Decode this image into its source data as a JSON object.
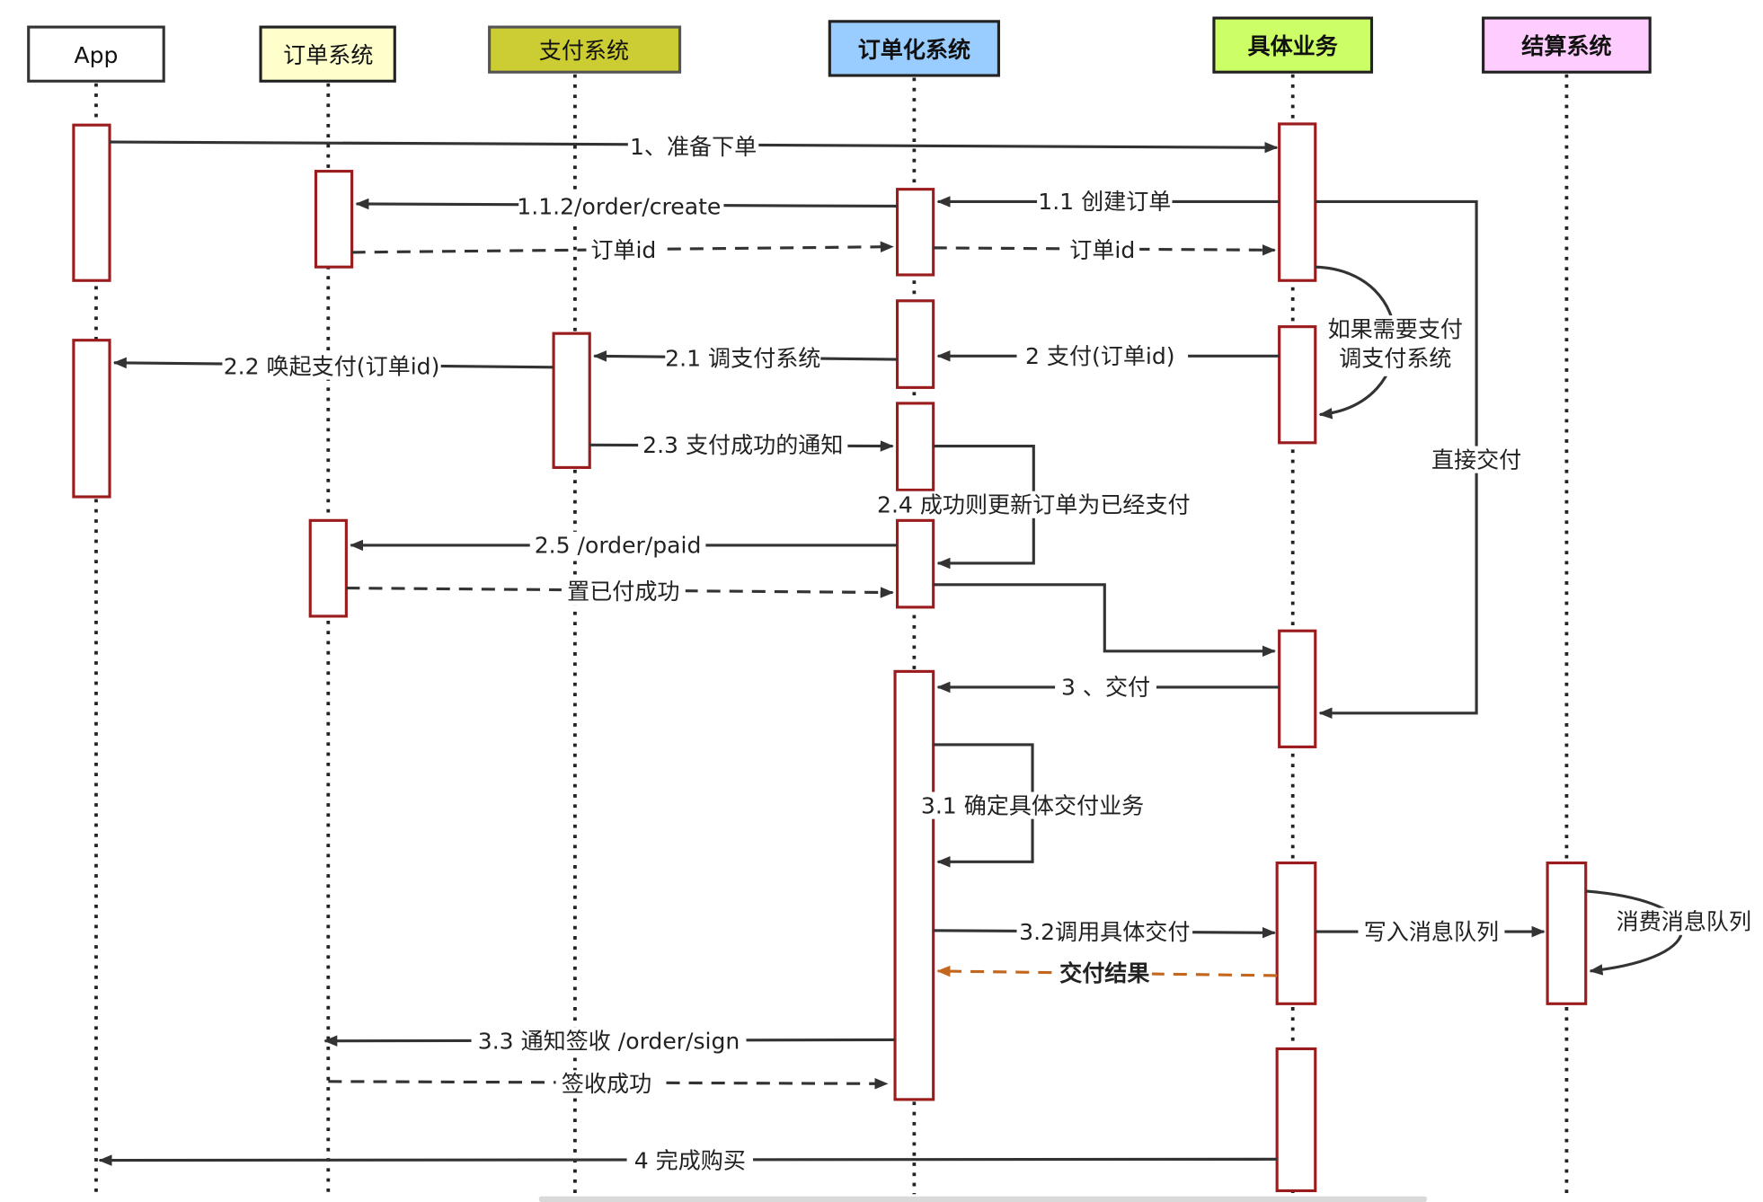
{
  "participants": [
    {
      "id": "app",
      "label": "App",
      "color": "#ffffff",
      "bold": false
    },
    {
      "id": "order",
      "label": "订单系统",
      "color": "#ffffcc",
      "bold": false
    },
    {
      "id": "pay",
      "label": "支付系统",
      "color": "#cccc33",
      "bold": false
    },
    {
      "id": "ordering",
      "label": "订单化系统",
      "color": "#99ccff",
      "bold": true
    },
    {
      "id": "biz",
      "label": "具体业务",
      "color": "#ccff66",
      "bold": true
    },
    {
      "id": "settle",
      "label": "结算系统",
      "color": "#ffccff",
      "bold": true
    }
  ],
  "messages": [
    {
      "id": "m1",
      "label": "1、准备下单"
    },
    {
      "id": "m11",
      "label": "1.1 创建订单"
    },
    {
      "id": "m112",
      "label": "1.1.2/order/create"
    },
    {
      "id": "m_orderid_a",
      "label": "订单id"
    },
    {
      "id": "m_orderid_b",
      "label": "订单id"
    },
    {
      "id": "m_note",
      "label": "如果需要支付",
      "label2": "调支付系统"
    },
    {
      "id": "m2",
      "label": "2 支付(订单id)"
    },
    {
      "id": "m21",
      "label": "2.1 调支付系统"
    },
    {
      "id": "m22",
      "label": "2.2 唤起支付(订单id)"
    },
    {
      "id": "m23",
      "label": "2.3 支付成功的通知"
    },
    {
      "id": "m24",
      "label": "2.4 成功则更新订单为已经支付"
    },
    {
      "id": "m25",
      "label": "2.5 /order/paid"
    },
    {
      "id": "m_paidok",
      "label": "置已付成功"
    },
    {
      "id": "m_direct",
      "label": "直接交付"
    },
    {
      "id": "m3",
      "label": "3 、交付"
    },
    {
      "id": "m31",
      "label": "3.1 确定具体交付业务"
    },
    {
      "id": "m32",
      "label": "3.2调用具体交付"
    },
    {
      "id": "m_mq",
      "label": "写入消息队列"
    },
    {
      "id": "m_consume",
      "label": "消费消息队列"
    },
    {
      "id": "m_result",
      "label": "交付结果"
    },
    {
      "id": "m33",
      "label": "3.3 通知签收 /order/sign"
    },
    {
      "id": "m_signok",
      "label": "签收成功"
    },
    {
      "id": "m4",
      "label": "4 完成购买"
    }
  ],
  "colors": {
    "activation_stroke": "#9b1c1c",
    "message": "#333333",
    "return_message": "#c4671e"
  }
}
